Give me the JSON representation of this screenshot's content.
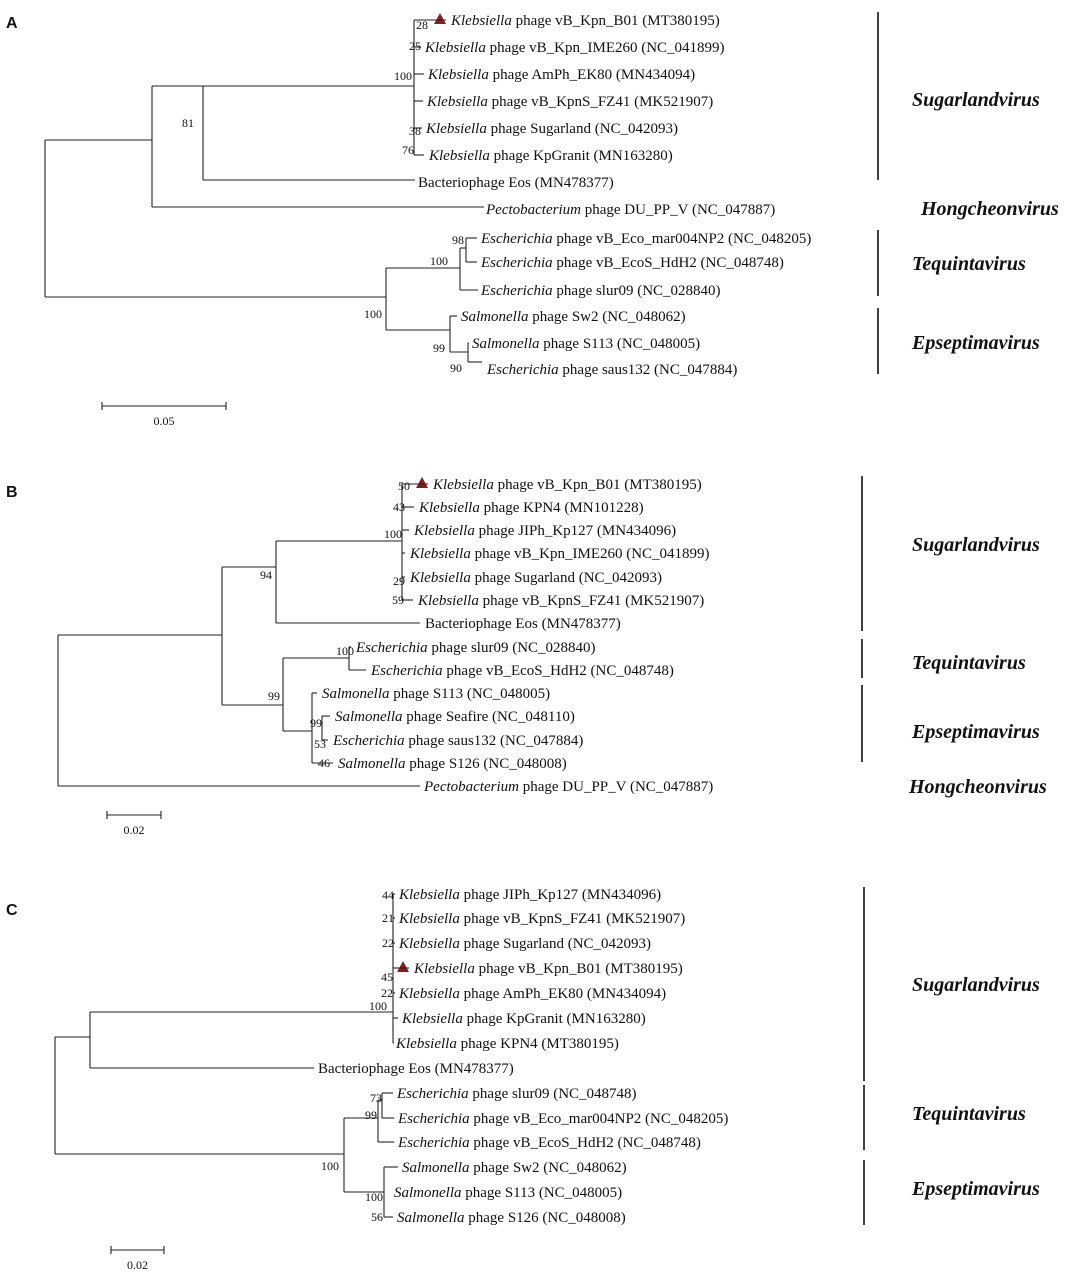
{
  "colors": {
    "marker": "#8b1a1a",
    "line": "#222222"
  },
  "panels": [
    {
      "label": "A",
      "scale": "0.05",
      "genera": [
        "Sugarlandvirus",
        "Hongcheonvirus",
        "Tequintavirus",
        "Epseptimavirus"
      ],
      "leaves": [
        {
          "genus": "Klebsiella",
          "rest": "phage vB_Kpn_B01 (MT380195)",
          "marker": true
        },
        {
          "genus": "Klebsiella",
          "rest": "phage vB_Kpn_IME260 (NC_041899)"
        },
        {
          "genus": "Klebsiella",
          "rest": "phage AmPh_EK80 (MN434094)"
        },
        {
          "genus": "Klebsiella",
          "rest": "phage vB_KpnS_FZ41 (MK521907)"
        },
        {
          "genus": "Klebsiella",
          "rest": "phage Sugarland (NC_042093)"
        },
        {
          "genus": "Klebsiella",
          "rest": "phage KpGranit (MN163280)"
        },
        {
          "genus": "",
          "rest": "Bacteriophage Eos (MN478377)"
        },
        {
          "genus": "Pectobacterium",
          "rest": "phage DU_PP_V (NC_047887)"
        },
        {
          "genus": "Escherichia",
          "rest": "phage vB_Eco_mar004NP2 (NC_048205)"
        },
        {
          "genus": "Escherichia",
          "rest": "phage vB_EcoS_HdH2 (NC_048748)"
        },
        {
          "genus": "Escherichia",
          "rest": "phage slur09 (NC_028840)"
        },
        {
          "genus": "Salmonella",
          "rest": "phage Sw2 (NC_048062)"
        },
        {
          "genus": "Salmonella",
          "rest": "phage S113 (NC_048005)"
        },
        {
          "genus": "Escherichia",
          "rest": "phage saus132 (NC_047884)"
        }
      ],
      "bootstraps": [
        "28",
        "25",
        "100",
        "38",
        "76",
        "81",
        "98",
        "100",
        "100",
        "99",
        "90"
      ]
    },
    {
      "label": "B",
      "scale": "0.02",
      "genera": [
        "Sugarlandvirus",
        "Tequintavirus",
        "Epseptimavirus",
        "Hongcheonvirus"
      ],
      "leaves": [
        {
          "genus": "Klebsiella",
          "rest": "phage vB_Kpn_B01 (MT380195)",
          "marker": true
        },
        {
          "genus": "Klebsiella",
          "rest": "phage KPN4 (MN101228)"
        },
        {
          "genus": "Klebsiella",
          "rest": "phage JIPh_Kp127 (MN434096)"
        },
        {
          "genus": "Klebsiella",
          "rest": "phage vB_Kpn_IME260 (NC_041899)"
        },
        {
          "genus": "Klebsiella",
          "rest": "phage Sugarland (NC_042093)"
        },
        {
          "genus": "Klebsiella",
          "rest": "phage vB_KpnS_FZ41 (MK521907)"
        },
        {
          "genus": "",
          "rest": "Bacteriophage Eos (MN478377)"
        },
        {
          "genus": "Escherichia",
          "rest": "phage slur09 (NC_028840)"
        },
        {
          "genus": "Escherichia",
          "rest": "phage vB_EcoS_HdH2 (NC_048748)"
        },
        {
          "genus": "Salmonella",
          "rest": "phage S113 (NC_048005)"
        },
        {
          "genus": "Salmonella",
          "rest": "phage Seafire (NC_048110)"
        },
        {
          "genus": "Escherichia",
          "rest": "phage saus132 (NC_047884)"
        },
        {
          "genus": "Salmonella",
          "rest": "phage S126 (NC_048008)"
        },
        {
          "genus": "Pectobacterium",
          "rest": "phage DU_PP_V (NC_047887)"
        }
      ],
      "bootstraps": [
        "50",
        "43",
        "100",
        "29",
        "59",
        "94",
        "100",
        "99",
        "99",
        "53",
        "46"
      ]
    },
    {
      "label": "C",
      "scale": "0.02",
      "genera": [
        "Sugarlandvirus",
        "Tequintavirus",
        "Epseptimavirus"
      ],
      "leaves": [
        {
          "genus": "Klebsiella",
          "rest": "phage JIPh_Kp127 (MN434096)"
        },
        {
          "genus": "Klebsiella",
          "rest": "phage vB_KpnS_FZ41 (MK521907)"
        },
        {
          "genus": "Klebsiella",
          "rest": "phage Sugarland (NC_042093)"
        },
        {
          "genus": "Klebsiella",
          "rest": "phage vB_Kpn_B01 (MT380195)",
          "marker": true
        },
        {
          "genus": "Klebsiella",
          "rest": "phage AmPh_EK80 (MN434094)"
        },
        {
          "genus": "Klebsiella",
          "rest": "phage KpGranit (MN163280)"
        },
        {
          "genus": "Klebsiella",
          "rest": "phage KPN4 (MT380195)"
        },
        {
          "genus": "",
          "rest": "Bacteriophage Eos (MN478377)"
        },
        {
          "genus": "Escherichia",
          "rest": "phage slur09 (NC_048748)"
        },
        {
          "genus": "Escherichia",
          "rest": "phage vB_Eco_mar004NP2 (NC_048205)"
        },
        {
          "genus": "Escherichia",
          "rest": "phage vB_EcoS_HdH2 (NC_048748)"
        },
        {
          "genus": "Salmonella",
          "rest": "phage Sw2 (NC_048062)"
        },
        {
          "genus": "Salmonella",
          "rest": "phage S113 (NC_048005)"
        },
        {
          "genus": "Salmonella",
          "rest": "phage S126 (NC_048008)"
        }
      ],
      "bootstraps": [
        "44",
        "21",
        "22",
        "45",
        "22",
        "100",
        "73",
        "99",
        "100",
        "100",
        "56"
      ]
    }
  ]
}
